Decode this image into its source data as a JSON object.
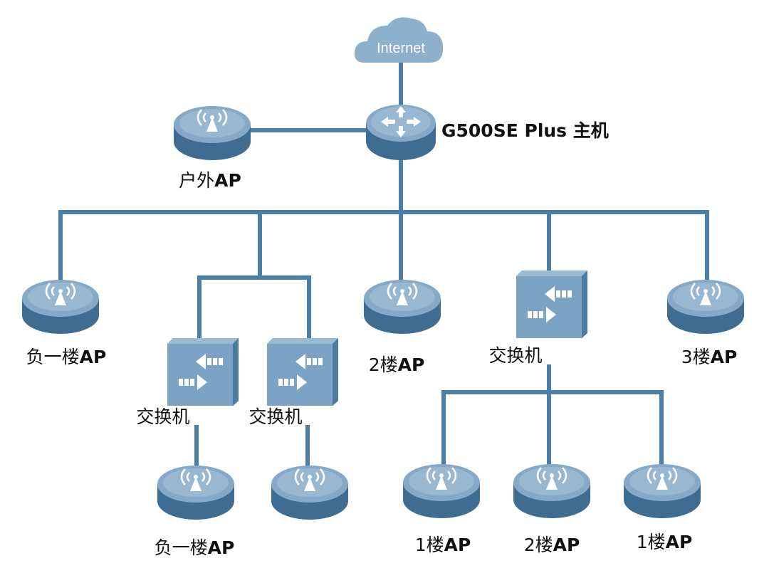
{
  "cloud": {
    "label": "Internet"
  },
  "router": {
    "label": "G500SE Plus 主机"
  },
  "outdoor_ap": {
    "label": "户外AP"
  },
  "basement_ap": {
    "label": "负一楼AP"
  },
  "switch_left_a": {
    "label": "交换机"
  },
  "switch_left_b": {
    "label": "交换机"
  },
  "basement_ap_2": {
    "label": "负一楼AP"
  },
  "floor2_ap": {
    "label": "2楼AP"
  },
  "switch_right": {
    "label": "交换机"
  },
  "floor3_ap": {
    "label": "3楼AP"
  },
  "sub_ap_1": {
    "label": "1楼AP"
  },
  "sub_ap_2": {
    "label": "2楼AP"
  },
  "sub_ap_3": {
    "label": "1楼AP"
  },
  "colors": {
    "link": "#4b7fa7",
    "device_top": "#7da3c4",
    "device_side": "#3f6d92",
    "cloud": "#8db0cd"
  }
}
